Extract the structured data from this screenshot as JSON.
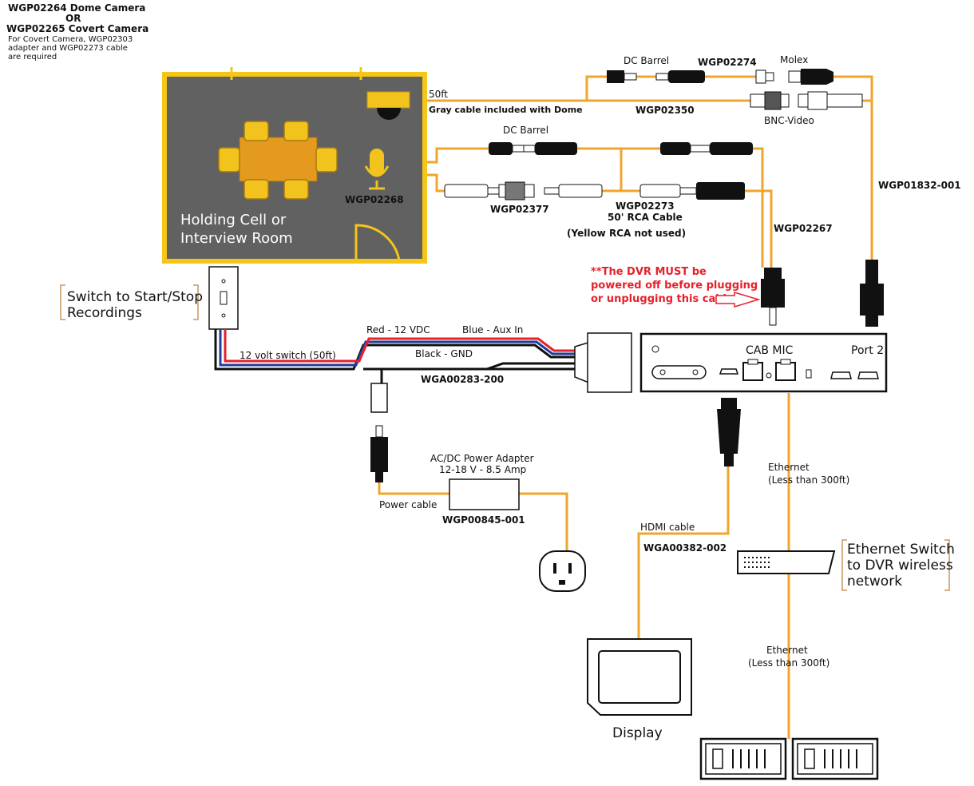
{
  "colors": {
    "cable": "#f0a52d",
    "room_wall": "#f5c518",
    "room_floor": "#616161",
    "furniture": "#f2c21d",
    "table": "#e49a1f",
    "warning": "#e8202a",
    "wire_red": "#e8202a",
    "wire_blue": "#1f3d9e",
    "wire_black": "#111111",
    "bracket": "#c89660"
  },
  "icons": [
    "dome-camera-icon",
    "microphone-icon",
    "wall-switch-icon",
    "power-outlet-icon",
    "display-icon",
    "ethernet-switch-icon",
    "network-rack-icon",
    "dvr-unit-icon"
  ],
  "camera": {
    "dome_part": "WGP02264 Dome Camera",
    "or": "OR",
    "covert_part": "WGP02265 Covert Camera",
    "note": [
      "For Covert Camera, WGP02303",
      "adapter and WGP02273 cable",
      "are required"
    ]
  },
  "room": {
    "label": [
      "Holding Cell or",
      "Interview Room"
    ],
    "mic_part": "WGP02268"
  },
  "dome_cable": {
    "length": "50ft",
    "note": "Gray cable included with Dome"
  },
  "top_connectors": {
    "dc_barrel": "DC Barrel",
    "adapter_part": "WGP02274",
    "molex": "Molex",
    "harness_part": "WGP02350",
    "bnc": "BNC-Video",
    "main_cable": "WGP01832-001"
  },
  "rca": {
    "dc_barrel": "DC Barrel",
    "adapter_part": "WGP02377",
    "cable_part": "WGP02273",
    "cable_desc": "50' RCA Cable",
    "note": "(Yellow RCA not used)",
    "mic_cable": "WGP02267"
  },
  "warning": [
    "**The DVR MUST be",
    "powered off before plugging",
    "or unplugging this cable"
  ],
  "switch": {
    "label": [
      "Switch to Start/Stop",
      "Recordings"
    ],
    "cable": "12 volt switch (50ft)"
  },
  "harness": {
    "red": "Red - 12 VDC",
    "blue": "Blue - Aux In",
    "black": "Black - GND",
    "part": "WGA00283-200"
  },
  "dvr": {
    "cab_mic": "CAB MIC",
    "port2": "Port 2"
  },
  "power": {
    "adapter": "AC/DC Power Adapter",
    "rating": "12-18 V - 8.5 Amp",
    "cable": "Power cable",
    "part": "WGP00845-001"
  },
  "hdmi": {
    "label": "HDMI cable",
    "part": "WGA00382-002"
  },
  "display": {
    "label": "Display"
  },
  "ethernet": {
    "label1": "Ethernet",
    "dist1": "(Less than 300ft)",
    "label2": "Ethernet",
    "dist2": "(Less than 300ft)",
    "switch_label": [
      "Ethernet Switch",
      "to DVR wireless",
      "network"
    ]
  }
}
